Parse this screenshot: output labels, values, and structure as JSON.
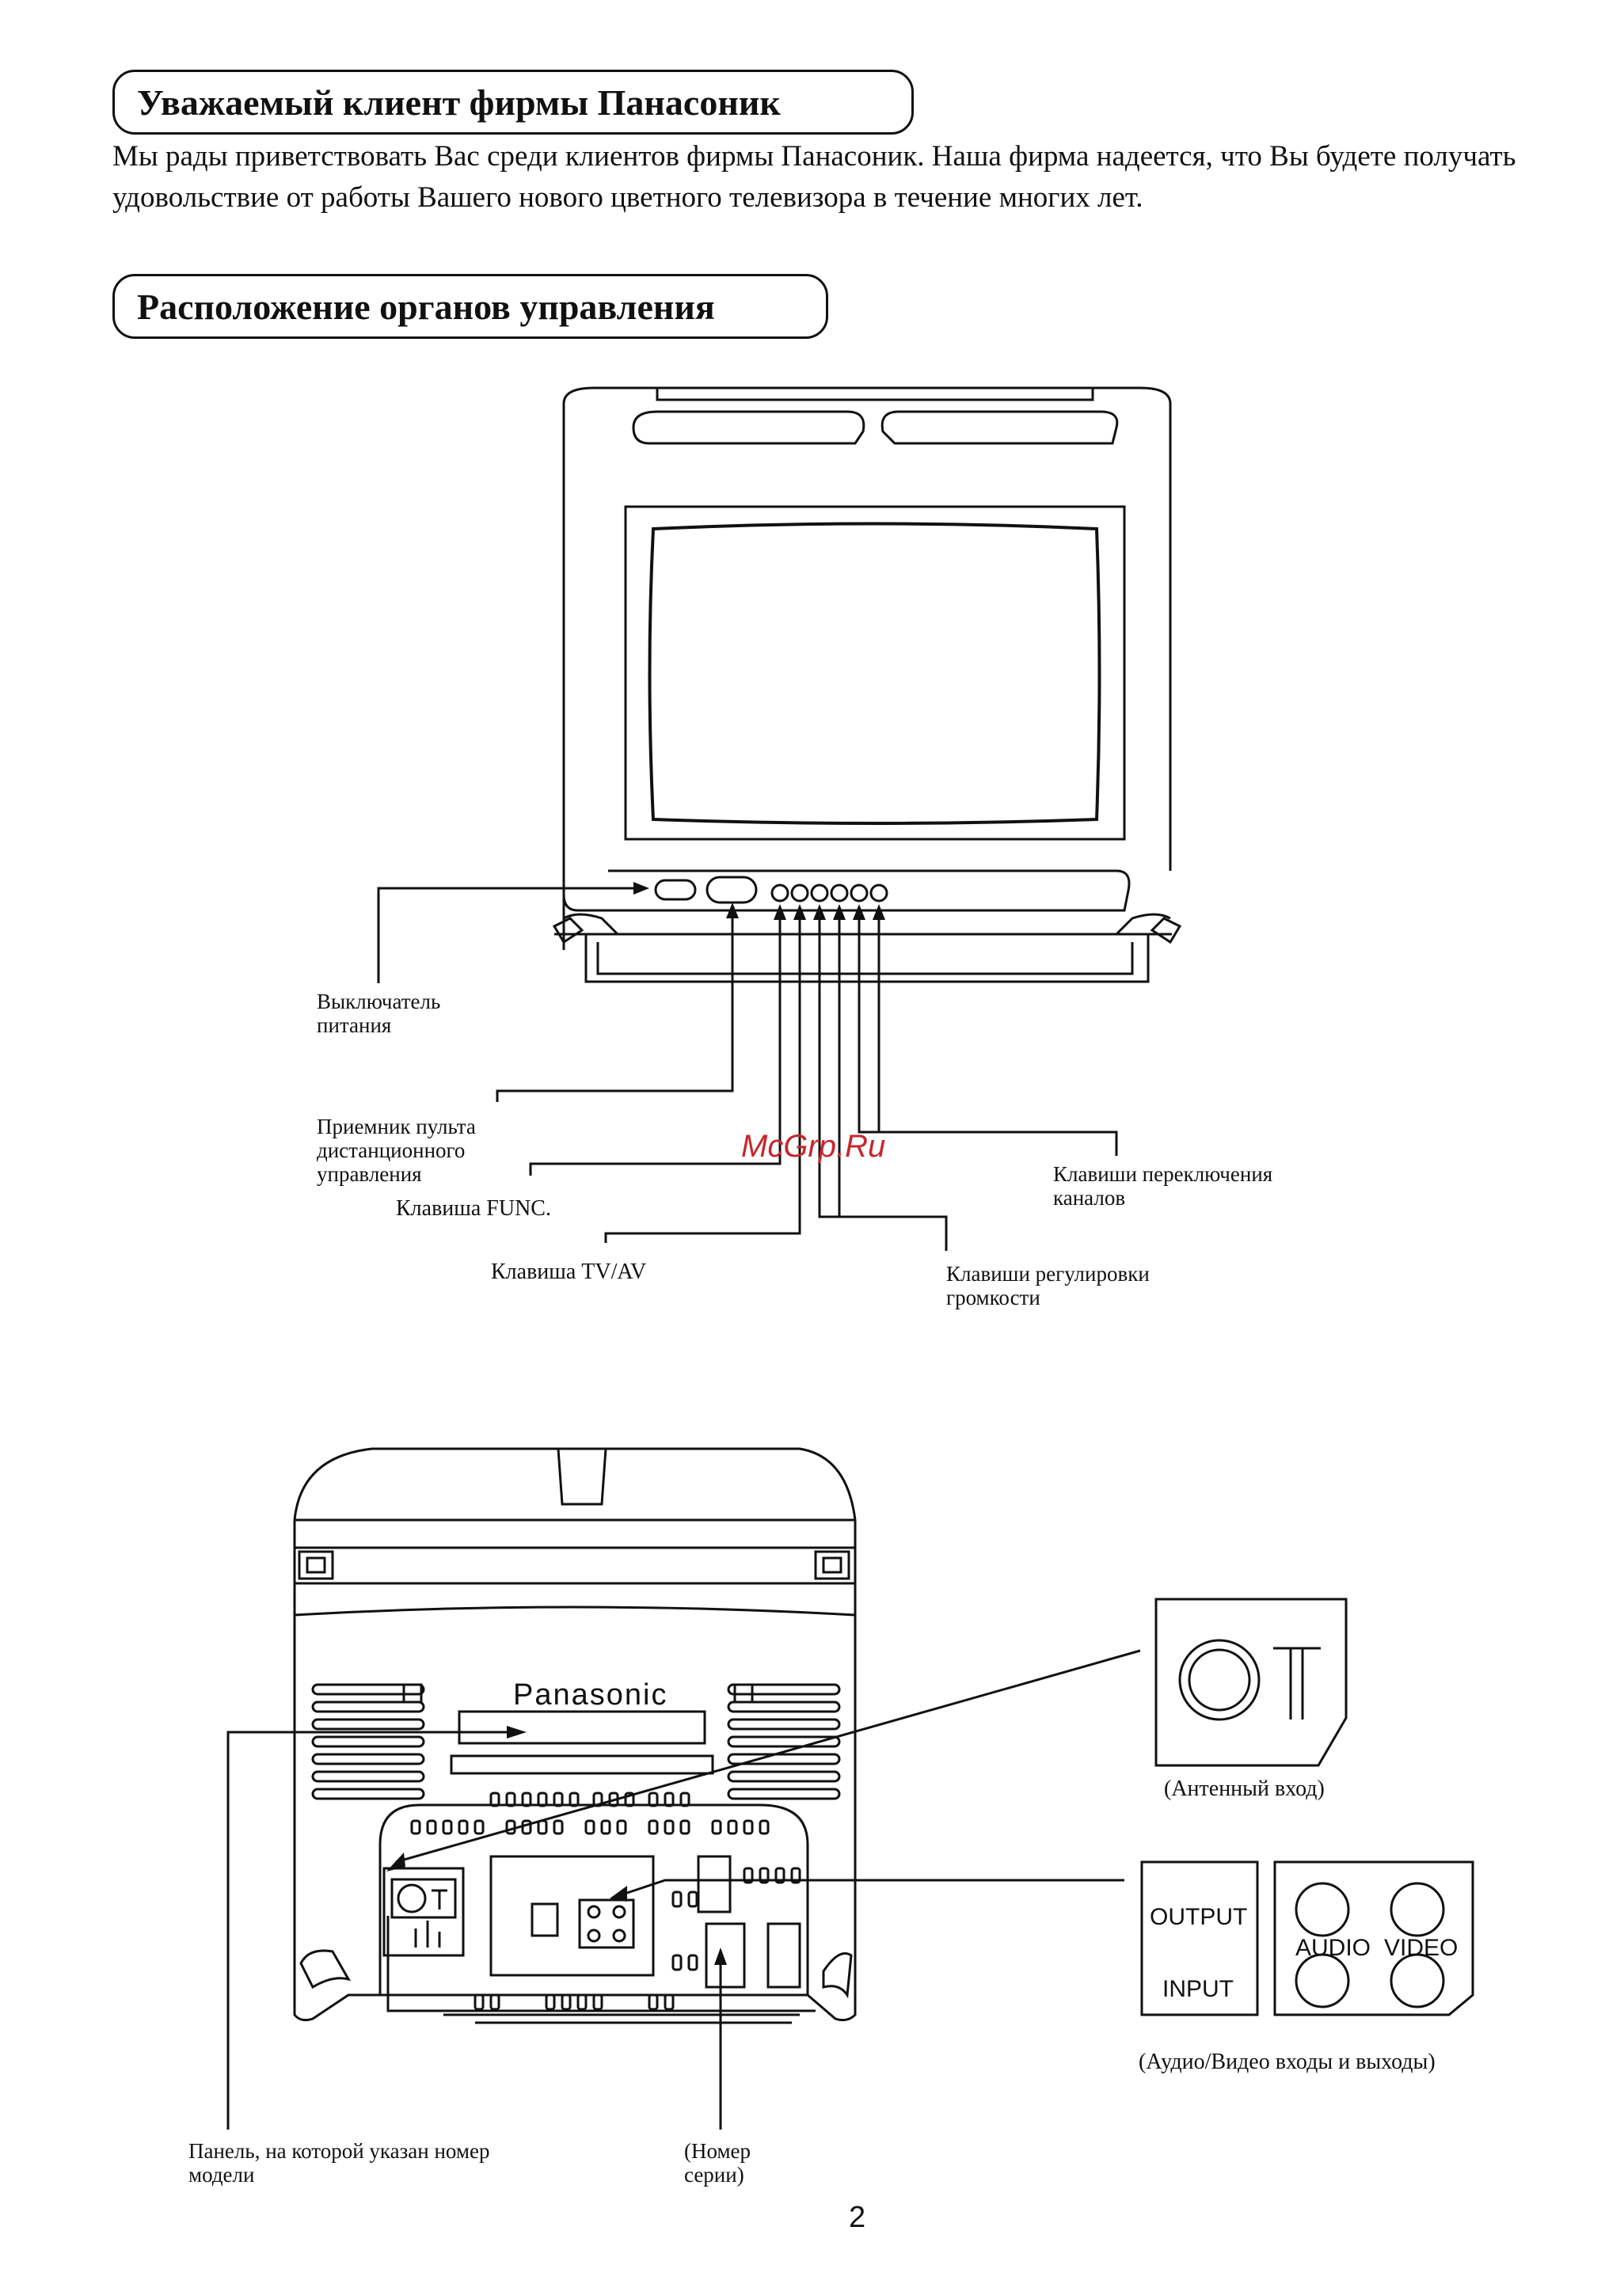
{
  "section1": {
    "title": "Уважаемый клиент фирмы Панасоник",
    "body": "Мы рады приветствовать Вас среди клиентов фирмы Панасоник. Наша фирма надеется, что Вы будете получать удовольствие от работы Вашего нового цветного телевизора в течение многих лет."
  },
  "section2": {
    "title": "Расположение органов управления"
  },
  "front_labels": {
    "power_switch": "Выключатель питания",
    "remote_receiver": "Приемник пульта дистанционного управления",
    "func_key": "Клавиша FUNC.",
    "tvav_key": "Клавиша TV/AV",
    "volume_keys": "Клавиши регулировки громкости",
    "channel_keys": "Клавиши переключения каналов"
  },
  "rear_labels": {
    "brand": "Panasonic",
    "antenna": "(Антенный вход)",
    "output": "OUTPUT",
    "input": "INPUT",
    "audio": "AUDIO",
    "video": "VIDEO",
    "av_io": "(Аудио/Видео входы и выходы)",
    "model_panel": "Панель, на которой указан номер модели",
    "serial": "(Номер серии)"
  },
  "watermark": "McGrp.Ru",
  "page_number": "2"
}
